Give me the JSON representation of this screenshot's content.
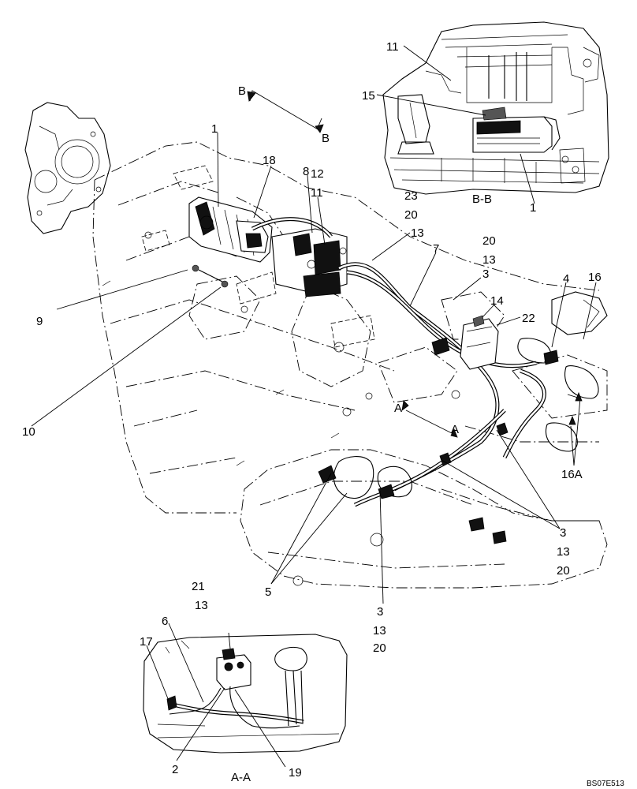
{
  "callouts": {
    "c1_top": "1",
    "c18": "18",
    "c8": "8",
    "c12": "12",
    "c11_mid": "11",
    "c13_mid": "13",
    "c20_right": "20",
    "c13_right": "13",
    "c7": "7",
    "c3_upper": "3",
    "c4": "4",
    "c16": "16",
    "c14": "14",
    "c22": "22",
    "c9": "9",
    "c10": "10",
    "c16a": "16A",
    "c5": "5",
    "c3_bottom": "3",
    "c13_bottom": "13",
    "c20_bottom": "20",
    "c3_right": "3",
    "c13_right_low": "13",
    "c20_right_low": "20",
    "c11_inset": "11",
    "c15_inset": "15",
    "c23_inset": "23",
    "c20_inset": "20",
    "c1_inset": "1",
    "c21_aa": "21",
    "c13_aa": "13",
    "c6_aa": "6",
    "c17_aa": "17",
    "c2_aa": "2",
    "c19_aa": "19"
  },
  "section_markers": {
    "b_arrow_left": "B",
    "b_arrow_right": "B",
    "a_arrow_left": "A",
    "a_arrow_right": "A"
  },
  "view_titles": {
    "view_bb": "B-B",
    "view_aa": "A-A"
  },
  "drawing_number": "BS07E513"
}
